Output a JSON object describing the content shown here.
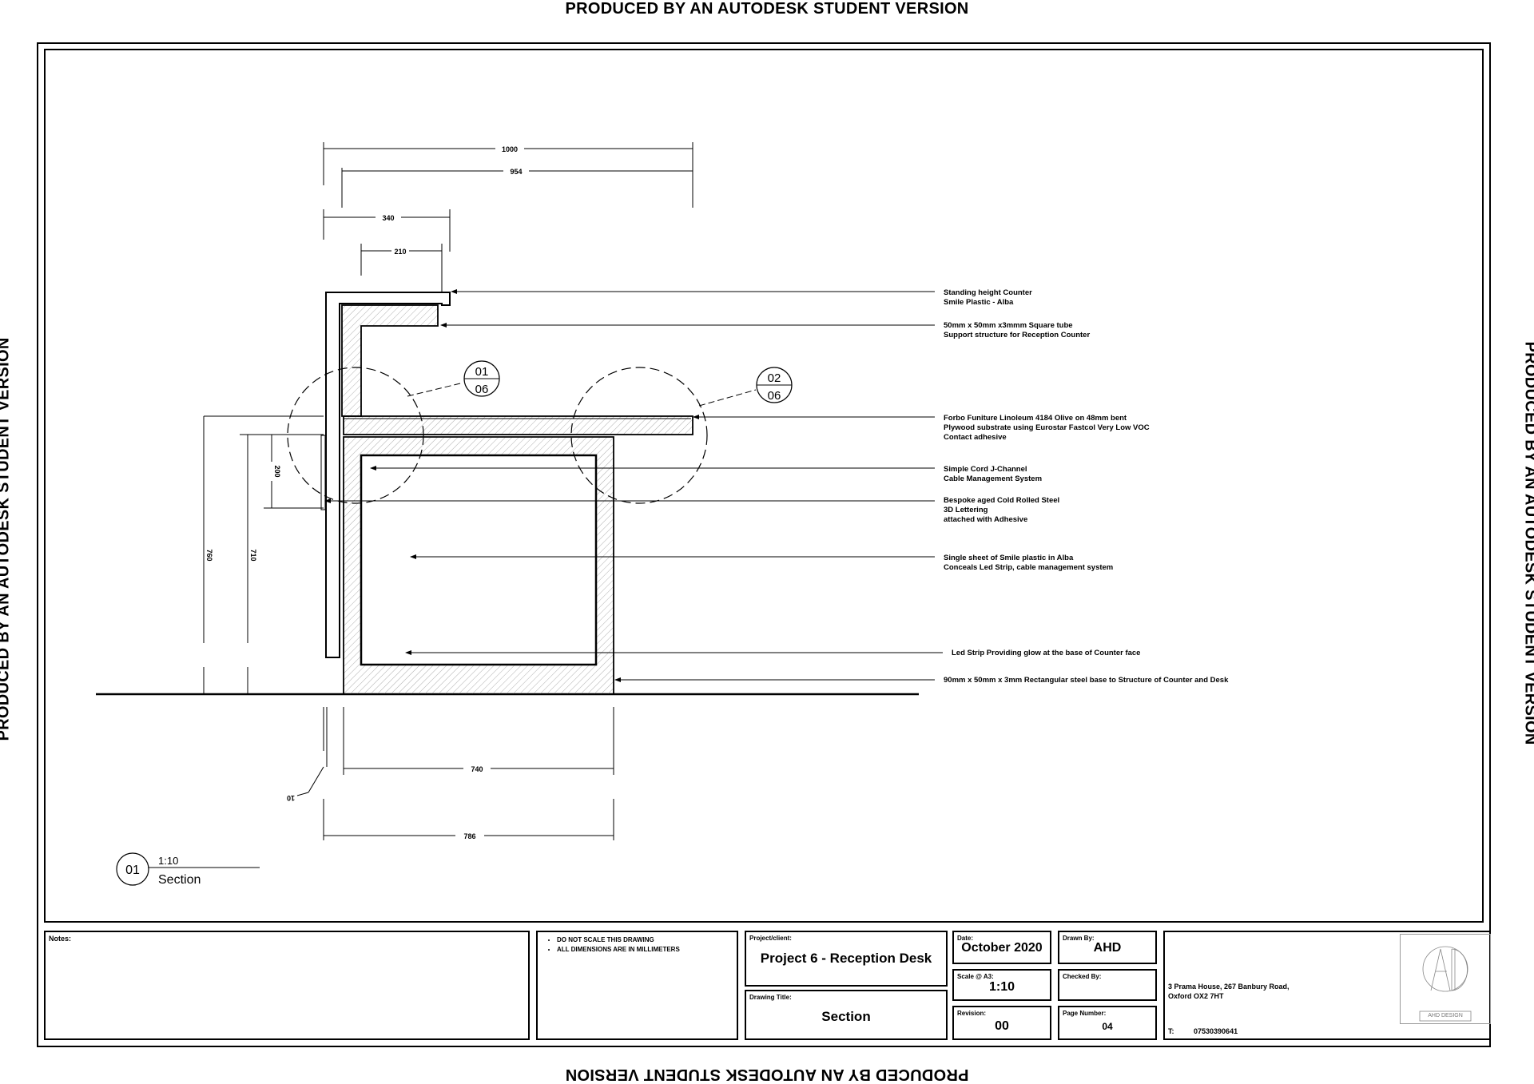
{
  "watermark": "PRODUCED BY AN AUTODESK STUDENT VERSION",
  "dimensions": {
    "d1000": "1000",
    "d954": "954",
    "d340": "340",
    "d210": "210",
    "d200": "200",
    "d760": "760",
    "d710": "710",
    "d740": "740",
    "d10": "10",
    "d786": "786"
  },
  "annotations": [
    {
      "line1": "Standing height Counter",
      "line2": "Smile Plastic - Alba",
      "line3": ""
    },
    {
      "line1": "50mm x 50mm x3mmm Square tube",
      "line2": "Support structure for Reception Counter",
      "line3": ""
    },
    {
      "line1": "Forbo Funiture Linoleum 4184 Olive on 48mm bent",
      "line2": "Plywood substrate using Eurostar Fastcol Very Low VOC",
      "line3": "Contact adhesive"
    },
    {
      "line1": "Simple Cord J-Channel",
      "line2": "Cable Management System",
      "line3": ""
    },
    {
      "line1": "Bespoke aged Cold Rolled Steel",
      "line2": "3D Lettering",
      "line3": "attached with Adhesive"
    },
    {
      "line1": "Single sheet of Smile plastic in Alba",
      "line2": "Conceals Led Strip, cable management system",
      "line3": ""
    },
    {
      "line1": "Led Strip Providing glow at the base of Counter face",
      "line2": "",
      "line3": ""
    },
    {
      "line1": "90mm x 50mm x 3mm Rectangular steel base to Structure of Counter and Desk",
      "line2": "",
      "line3": ""
    }
  ],
  "detail_callouts": [
    {
      "top": "01",
      "bottom": "06"
    },
    {
      "top": "02",
      "bottom": "06"
    }
  ],
  "view_title": {
    "number": "01",
    "scale": "1:10",
    "name": "Section"
  },
  "title_block": {
    "notes_label": "Notes:",
    "general_notes": [
      "DO NOT SCALE THIS DRAWING",
      "ALL DIMENSIONS ARE IN MILLIMETERS"
    ],
    "project_label": "Project/client:",
    "project_value": "Project 6 - Reception Desk",
    "drawing_title_label": "Drawing Title:",
    "drawing_title_value": "Section",
    "date_label": "Date:",
    "date_value": "October 2020",
    "scale_label": "Scale @ A3:",
    "scale_value": "1:10",
    "revision_label": "Revision:",
    "revision_value": "00",
    "drawn_by_label": "Drawn By:",
    "drawn_by_value": "AHD",
    "checked_by_label": "Checked By:",
    "checked_by_value": "",
    "page_number_label": "Page Number:",
    "page_number_value": "04",
    "address_line1": "3 Prama House, 267 Banbury Road,",
    "address_line2": "Oxford OX2 7HT",
    "phone_label": "T:",
    "phone_value": "07530390641",
    "logo_text": "AHD DESIGN"
  }
}
